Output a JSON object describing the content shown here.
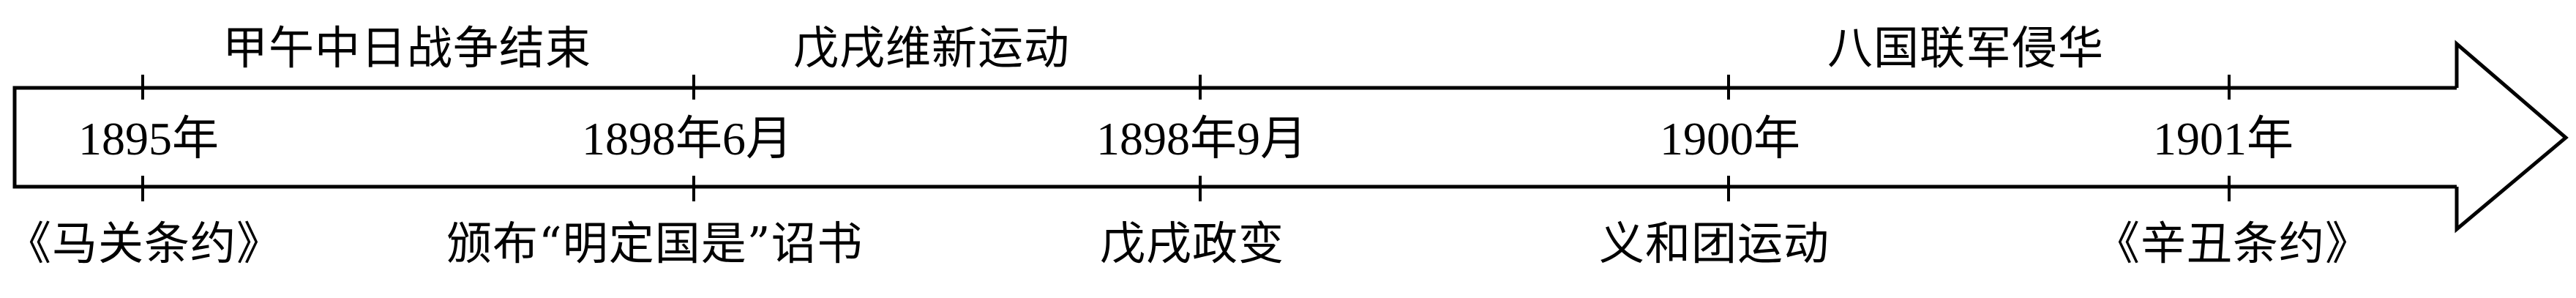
{
  "timeline": {
    "top_events": [
      {
        "label": "甲午中日战争结束"
      },
      {
        "label": "戊戌维新运动"
      },
      {
        "label": "八国联军侵华"
      }
    ],
    "ticks": [
      {
        "date": "1895年",
        "event_below": "《马关条约》"
      },
      {
        "date": "1898年6月",
        "event_below": "颁布“明定国是”诏书"
      },
      {
        "date": "1898年9月",
        "event_below": "戊戌政变"
      },
      {
        "date": "1900年",
        "event_below": "义和团运动"
      },
      {
        "date": "1901年",
        "event_below": "《辛丑条约》"
      }
    ],
    "arrow_icon": "right-arrow-shape",
    "line_color": "#000000",
    "background_color": "#ffffff"
  }
}
